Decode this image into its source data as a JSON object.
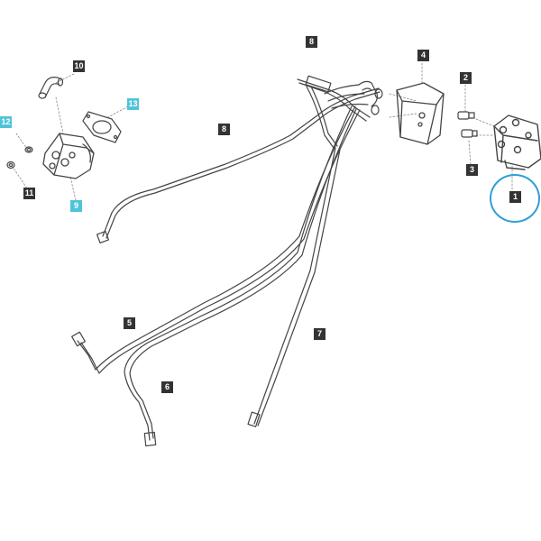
{
  "colors": {
    "callout": "#333333",
    "callout_highlight": "#4fc4d8",
    "highlight_ring": "#2f9fd8",
    "line_art": "#444444"
  },
  "callouts": [
    {
      "id": "1",
      "label": "1",
      "highlighted": false
    },
    {
      "id": "2",
      "label": "2",
      "highlighted": false
    },
    {
      "id": "3",
      "label": "3",
      "highlighted": false
    },
    {
      "id": "4",
      "label": "4",
      "highlighted": false
    },
    {
      "id": "5",
      "label": "5",
      "highlighted": false
    },
    {
      "id": "6",
      "label": "6",
      "highlighted": false
    },
    {
      "id": "7",
      "label": "7",
      "highlighted": false
    },
    {
      "id": "8a",
      "label": "8",
      "highlighted": false
    },
    {
      "id": "8b",
      "label": "8",
      "highlighted": false
    },
    {
      "id": "9",
      "label": "9",
      "highlighted": true
    },
    {
      "id": "10",
      "label": "10",
      "highlighted": false
    },
    {
      "id": "11",
      "label": "11",
      "highlighted": false
    },
    {
      "id": "12",
      "label": "12",
      "highlighted": true
    },
    {
      "id": "13",
      "label": "13",
      "highlighted": true
    }
  ],
  "selected_part": "1"
}
